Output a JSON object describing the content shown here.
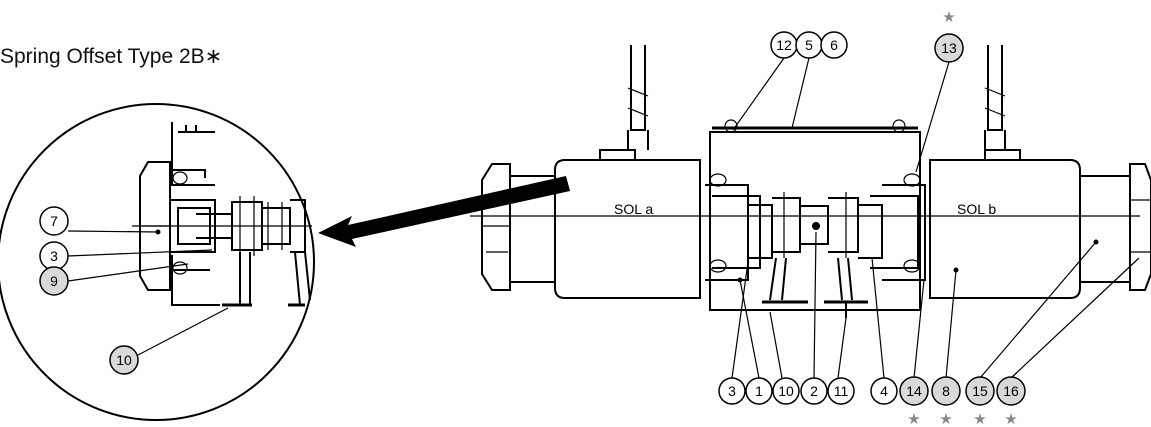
{
  "title": "Spring Offset Type 2B∗",
  "solenoids": {
    "left": "SOL a",
    "right": "SOL b"
  },
  "colors": {
    "line": "#000000",
    "callout_fill": "#ffffff",
    "shaded_callout_fill": "#d9d9d9",
    "star": "#888888"
  },
  "callouts": {
    "c12": "12",
    "c5": "5",
    "c6": "6",
    "c13": "13",
    "c3": "3",
    "c1": "1",
    "c10": "10",
    "c2": "2",
    "c11": "11",
    "c4": "4",
    "c14": "14",
    "c8": "8",
    "c15": "15",
    "c16": "16",
    "d7": "7",
    "d3": "3",
    "d9": "9",
    "d10": "10"
  },
  "stars": {
    "glyph": "★"
  }
}
